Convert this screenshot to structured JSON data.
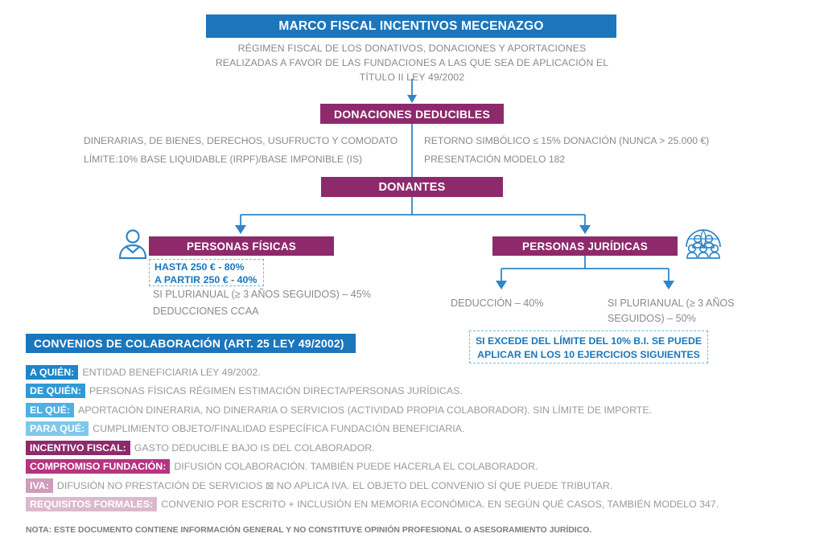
{
  "title": "MARCO FISCAL INCENTIVOS MECENAZGO",
  "subtitle": "RÉGIMEN FISCAL DE LOS DONATIVOS, DONACIONES Y APORTACIONES REALIZADAS A FAVOR DE LAS FUNDACIONES A LAS QUE SEA DE APLICACIÓN EL TÍTULO II LEY 49/2002",
  "colors": {
    "blue": "#1b76bc",
    "magenta": "#8e2a6b",
    "light_blue": "#6fb7e8",
    "grey_text": "#8a8a8f"
  },
  "donaciones": {
    "bar_label": "DONACIONES DEDUCIBLES",
    "left_lines": [
      "DINERARIAS, DE BIENES, DERECHOS, USUFRUCTO Y COMODATO",
      "LÍMITE:10% BASE LIQUIDABLE (IRPF)/BASE IMPONIBLE (IS)"
    ],
    "right_lines": [
      "RETORNO SIMBÓLICO ≤ 15% DONACIÓN (NUNCA > 25.000 €)",
      "PRESENTACIÓN MODELO 182"
    ]
  },
  "donantes": {
    "bar_label": "DONANTES",
    "personas_fisicas": {
      "bar_label": "PERSONAS FÍSICAS",
      "icon": "person-icon",
      "dash_lines": [
        "HASTA 250 € - 80%",
        "A PARTIR 250 € - 40%"
      ],
      "extra_lines": [
        "SI PLURIANUAL (≥ 3 AÑOS SEGUIDOS) – 45%",
        "DEDUCCIONES CCAA"
      ]
    },
    "personas_juridicas": {
      "bar_label": "PERSONAS JURÍDICAS",
      "icon": "group-icon",
      "branch_left": "DEDUCCIÓN – 40%",
      "branch_right": "SI PLURIANUAL (≥ 3 AÑOS SEGUIDOS) – 50%",
      "dash_lines": [
        "SI EXCEDE DEL LÍMITE DEL 10% B.I. SE PUEDE",
        "APLICAR EN LOS 10 EJERCICIOS SIGUIENTES"
      ]
    }
  },
  "convenios": {
    "bar_label": "CONVENIOS DE COLABORACIÓN (ART. 25 LEY 49/2002)",
    "rows": [
      {
        "key": "A QUIÉN:",
        "value": "ENTIDAD BENEFICIARIA LEY 49/2002.",
        "key_bg": "#1b86c9"
      },
      {
        "key": "DE QUIÉN:",
        "value": "PERSONAS FÍSICAS RÉGIMEN ESTIMACIÓN DIRECTA/PERSONAS JURÍDICAS.",
        "key_bg": "#2e9ad6"
      },
      {
        "key": "EL QUÉ:",
        "value": "APORTACIÓN DINERARIA, NO DINERARIA O SERVICIOS (ACTIVIDAD PROPIA COLABORADOR). SIN LÍMITE DE IMPORTE.",
        "key_bg": "#4fb0e2"
      },
      {
        "key": "PARA QUÉ:",
        "value": "CUMPLIMIENTO OBJETO/FINALIDAD ESPECÍFICA FUNDACIÓN BENEFICIARIA.",
        "key_bg": "#7fc8ea"
      },
      {
        "key": "INCENTIVO FISCAL:",
        "value": "GASTO DEDUCIBLE BAJO IS DEL COLABORADOR.",
        "key_bg": "#8e2a6b"
      },
      {
        "key": "COMPROMISO FUNDACIÓN:",
        "value": "DIFUSIÓN COLABORACIÓN. TAMBIÉN PUEDE HACERLA EL COLABORADOR.",
        "key_bg": "#b5347f"
      },
      {
        "key": "IVA:",
        "value": "DIFUSIÓN NO PRESTACIÓN DE SERVICIOS ⊠ NO APLICA IVA. EL OBJETO DEL CONVENIO SÍ QUE PUEDE TRIBUTAR.",
        "key_bg": "#cf9cbd"
      },
      {
        "key": "REQUISITOS FORMALES:",
        "value": "CONVENIO POR ESCRITO + INCLUSIÓN EN MEMORIA ECONÓMICA. EN SEGÚN QUÉ CASOS, TAMBIÉN MODELO 347.",
        "key_bg": "#dbb8ce"
      }
    ]
  },
  "nota": "NOTA: ESTE DOCUMENTO CONTIENE INFORMACIÓN GENERAL Y NO CONSTITUYE OPINIÓN PROFESIONAL O ASESORAMIENTO JURÍDICO."
}
